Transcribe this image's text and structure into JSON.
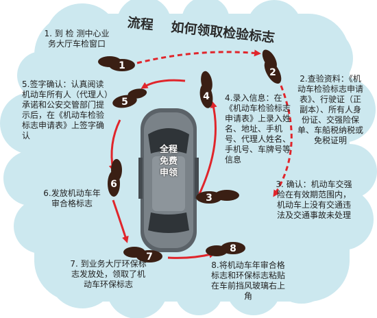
{
  "title": {
    "part1": "流程",
    "part2": "如何领取检验标志"
  },
  "car_label": [
    "全程",
    "免费",
    "申领"
  ],
  "steps": [
    {
      "num": "1",
      "text": "1. 到 检 测中心业务大厅车检窗口"
    },
    {
      "num": "2",
      "text": "2.查验资料：《机动车检验标志申请表》、行驶证（正副本）、所有人身份证、交强险保单、车船税纳税或免税证明"
    },
    {
      "num": "3",
      "text": "3. 确认：机动车交强险在有效期范围内，机动车上没有交通违法及交通事故未处理"
    },
    {
      "num": "4",
      "text": "4.录入信息：在《机动车检验标志申请表》上录入姓名、地址、手机号、代理人姓名、手机号、车牌号等信息"
    },
    {
      "num": "5",
      "text": "5.签字确认：认真阅读机动车所有人（代理人）承诺和公安交管部门提示后，在《机动车检验标志申请表》上签字确认"
    },
    {
      "num": "6",
      "text": "6.发放机动车年审合格标志"
    },
    {
      "num": "7",
      "text": "7. 到业务大厅环保标志发放处，领取了机动车环保标志"
    },
    {
      "num": "8",
      "text": "8.将机动车年审合格标志和环保标志粘贴在车前挡风玻璃右上角"
    }
  ],
  "colors": {
    "cloud": "#cce8ef",
    "cloud_edge": "#b6dde7",
    "arrow": "#e0252b",
    "footprint": "#3a1f14",
    "car": "#5a6066",
    "text": "#222222"
  }
}
